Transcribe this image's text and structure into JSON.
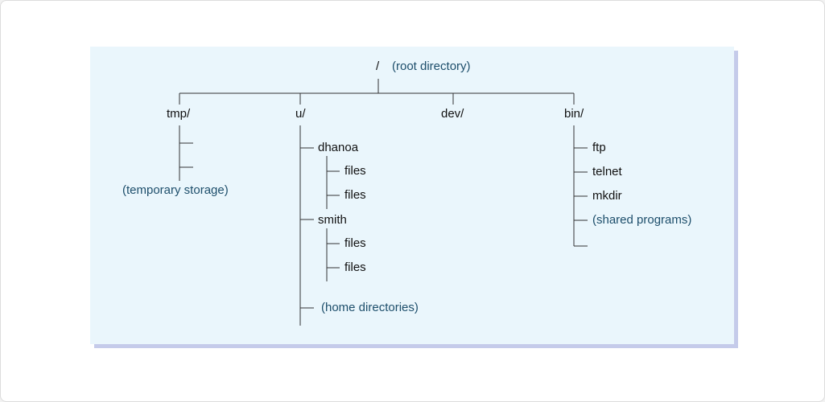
{
  "root": {
    "name": "/",
    "note": "(root directory)"
  },
  "dirs": {
    "tmp": {
      "name": "tmp/",
      "note": "(temporary storage)"
    },
    "u": {
      "name": "u/",
      "users": [
        {
          "name": "dhanoa",
          "children": [
            "files",
            "files"
          ]
        },
        {
          "name": "smith",
          "children": [
            "files",
            "files"
          ]
        }
      ],
      "note": "(home directories)"
    },
    "dev": {
      "name": "dev/"
    },
    "bin": {
      "name": "bin/",
      "items": [
        "ftp",
        "telnet",
        "mkdir"
      ],
      "note": "(shared programs)"
    }
  },
  "colors": {
    "panel": "#eaf6fc",
    "shadow": "#c5cbea",
    "line": "#333333",
    "note": "#1d4e6b"
  }
}
